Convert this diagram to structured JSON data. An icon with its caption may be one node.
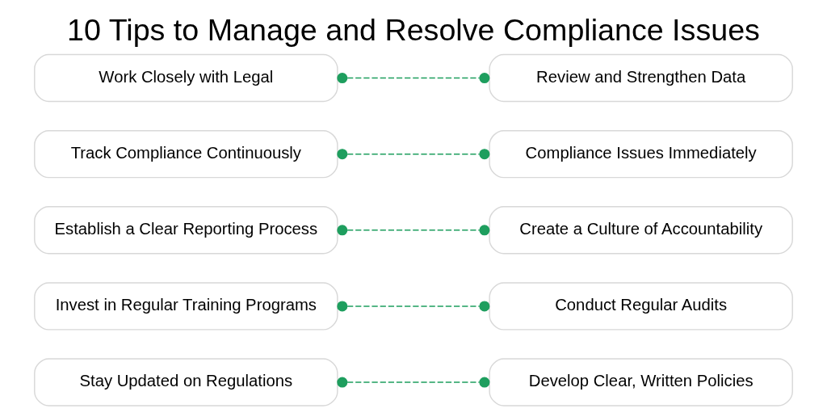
{
  "diagram": {
    "title": "10 Tips to Manage and Resolve Compliance Issues",
    "nodes": [
      {
        "text": [
          "Stay Updated on Regulations"
        ]
      },
      {
        "text": [
          "Develop Clear, Written Policies"
        ]
      },
      {
        "text": [
          "Invest in Regular Training Programs"
        ]
      },
      {
        "text": [
          "Conduct Regular Audits"
        ]
      },
      {
        "text": [
          "Establish a Clear Reporting Process"
        ]
      },
      {
        "text": [
          "Create a Culture of Accountability"
        ]
      },
      {
        "text": [
          "Track Compliance Continuously"
        ]
      },
      {
        "text": [
          "Compliance Issues Immediately"
        ]
      },
      {
        "text": [
          "Work Closely with Legal"
        ]
      },
      {
        "text": [
          "Review and Strengthen Data"
        ]
      }
    ],
    "edges": [
      {
        "from": 0,
        "to": 1,
        "arrow": "other",
        "style": "dashed",
        "color": "#1e9e5e"
      },
      {
        "from": 2,
        "to": 3,
        "arrow": "other",
        "style": "dashed",
        "color": "#1e9e5e"
      },
      {
        "from": 4,
        "to": 5,
        "arrow": "other",
        "style": "dashed",
        "color": "#1e9e5e"
      },
      {
        "from": 6,
        "to": 7,
        "arrow": "other",
        "style": "dashed",
        "color": "#1e9e5e"
      },
      {
        "from": 8,
        "to": 9,
        "arrow": "other",
        "style": "dashed",
        "color": "#1e9e5e"
      }
    ]
  }
}
